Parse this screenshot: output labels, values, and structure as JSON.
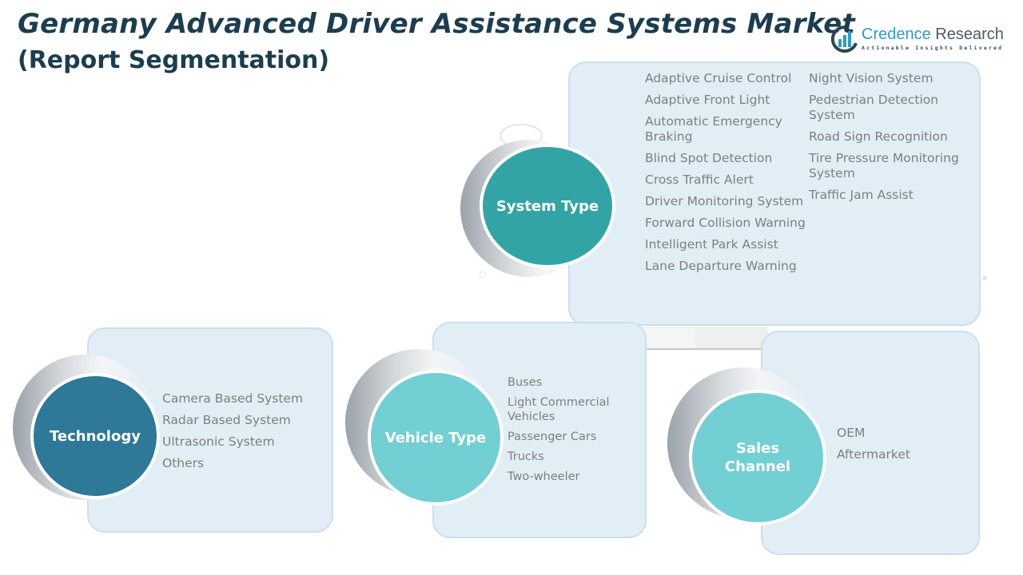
{
  "header": {
    "title": "Germany Advanced Driver Assistance Systems Market",
    "subtitle": "(Report Segmentation)"
  },
  "logo": {
    "name_part1": "Credence",
    "name_part2": " Research",
    "tagline": "Actionable Insights Delivered",
    "icon": "bar-chart-in-circle-icon"
  },
  "colors": {
    "system_type": "#33a4a6",
    "technology": "#2e7898",
    "vehicle_type": "#72cfd3",
    "sales_channel": "#72cfd3",
    "card_bg": "#e2eef6",
    "title": "#1c3d4f"
  },
  "segments": {
    "system_type": {
      "label": "System Type",
      "items_col1": [
        "Adaptive Cruise Control",
        "Adaptive Front Light",
        "Automatic Emergency Braking",
        "Blind Spot Detection",
        "Cross Traffic Alert",
        "Driver Monitoring System",
        "Forward Collision Warning",
        "Intelligent Park Assist",
        "Lane Departure Warning"
      ],
      "items_col2": [
        "Night Vision System",
        "Pedestrian Detection System",
        "Road Sign Recognition",
        "Tire Pressure Monitoring System",
        "Traffic Jam Assist"
      ]
    },
    "technology": {
      "label": "Technology",
      "items": [
        "Camera Based System",
        "Radar Based System",
        "Ultrasonic System",
        "Others"
      ]
    },
    "vehicle_type": {
      "label": "Vehicle Type",
      "items": [
        "Buses",
        "Light Commercial Vehicles",
        "Passenger Cars",
        "Trucks",
        "Two-wheeler"
      ]
    },
    "sales_channel": {
      "label_line1": "Sales",
      "label_line2": "Channel",
      "items": [
        "OEM",
        "Aftermarket"
      ]
    }
  }
}
